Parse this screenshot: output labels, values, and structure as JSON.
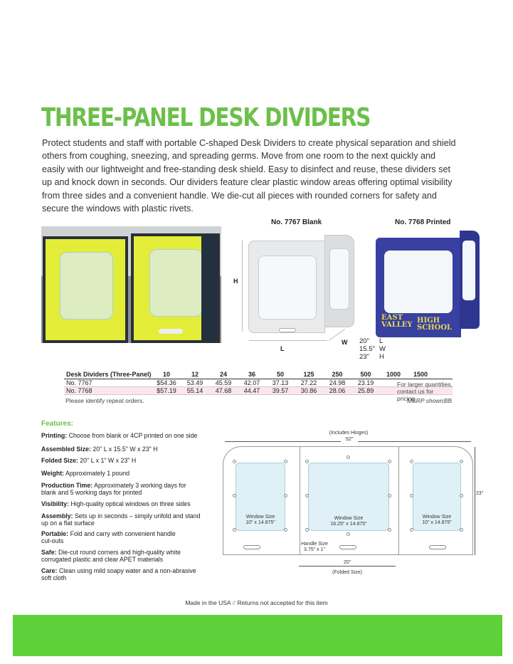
{
  "title": "THREE-PANEL DESK DIVIDERS",
  "intro": "Protect students and staff with portable C-shaped Desk Dividers to create physical separation and shield others from coughing, sneezing, and spreading germs. Move from one room to the next quickly and easily with our lightweight and free-standing desk shield. Easy to disinfect and reuse, these dividers set up and knock down in seconds. Our dividers feature clear plastic window areas offering optimal visibility from three sides and a convenient handle. We die-cut all pieces with rounded corners for safety and secure the windows with plastic rivets.",
  "products": {
    "blank_label": "No. 7767 Blank",
    "printed_label": "No. 7768 Printed",
    "printed_text": {
      "left": "EAST VALLEY",
      "right": "HIGH SCHOOL"
    },
    "dims": {
      "h": "H",
      "l": "L",
      "w": "W"
    },
    "specs": [
      {
        "value": "20\"",
        "unit": "L"
      },
      {
        "value": "15.5\"",
        "unit": "W"
      },
      {
        "value": "23\"",
        "unit": "H"
      }
    ]
  },
  "pricing": {
    "header": "Desk Dividers (Three-Panel)",
    "quantities": [
      "10",
      "12",
      "24",
      "36",
      "50",
      "125",
      "250",
      "500",
      "1000",
      "1500"
    ],
    "rows": [
      {
        "item": "No. 7767",
        "prices": [
          "$54.36",
          "53.49",
          "45.59",
          "42.07",
          "37.13",
          "27.22",
          "24.98",
          "23.19"
        ]
      },
      {
        "item": "No. 7768",
        "prices": [
          "$57.19",
          "55.14",
          "47.68",
          "44.47",
          "39.57",
          "30.86",
          "28.06",
          "25.89"
        ]
      }
    ],
    "large_qty_note_1": "For larger quantities,",
    "large_qty_note_2": "contact us for pricing",
    "repeat_note": "Please identify repeat orders.",
    "msrp_note": "MSRP shown.",
    "code": "BB"
  },
  "features": {
    "title": "Features:",
    "items": [
      {
        "label": "Printing:",
        "text": " Choose from blank or 4CP printed on one side"
      },
      {
        "label": "Assembled Size:",
        "text": " 20\" L x 15.5\" W x 23\" H"
      },
      {
        "label": "Folded Size:",
        "text": " 20\" L x 1\" W x 23\" H"
      },
      {
        "label": "Weight:",
        "text": " Approximately 1 pound"
      },
      {
        "label": "Production Time:",
        "text": "  Approximately 3 working days for blank and 5 working days for printed"
      },
      {
        "label": "Visibility:",
        "text": " High-quality optical windows on three sides"
      },
      {
        "label": "Assembly:",
        "text": " Sets up in seconds – simply unfold and stand up on a flat surface"
      },
      {
        "label": "Portable:",
        "text": " Fold and carry with convenient handle cut-outs"
      },
      {
        "label": "Safe:",
        "text": " Die-cut round corners and high-quality white corrugated plastic and clear APET materials"
      },
      {
        "label": "Care:",
        "text": " Clean using mild soapy water and a non-abrasive soft cloth"
      }
    ]
  },
  "diagram": {
    "includes_hinges": "(Includes Hinges)",
    "total_width": "52\"",
    "height": "23\"",
    "left_window_label": "Window Size",
    "left_window_size": "10\" x 14.875\"",
    "center_window_label": "Window Size",
    "center_window_size": "16.25\" x 14.875\"",
    "right_window_label": "Window Size",
    "right_window_size": "10\" x 14.875\"",
    "handle_label": "Handle Size",
    "handle_size": "3.75\" x 1\"",
    "folded_width": "20\"",
    "folded_label": "(Folded Size)"
  },
  "footer": {
    "made_in": "Made in the USA",
    "separator": "//",
    "returns": "Returns not accepted for this item"
  },
  "colors": {
    "accent": "#6cc04a",
    "footer_bar": "#5cd13a",
    "printed_panel": "#3840a0"
  }
}
